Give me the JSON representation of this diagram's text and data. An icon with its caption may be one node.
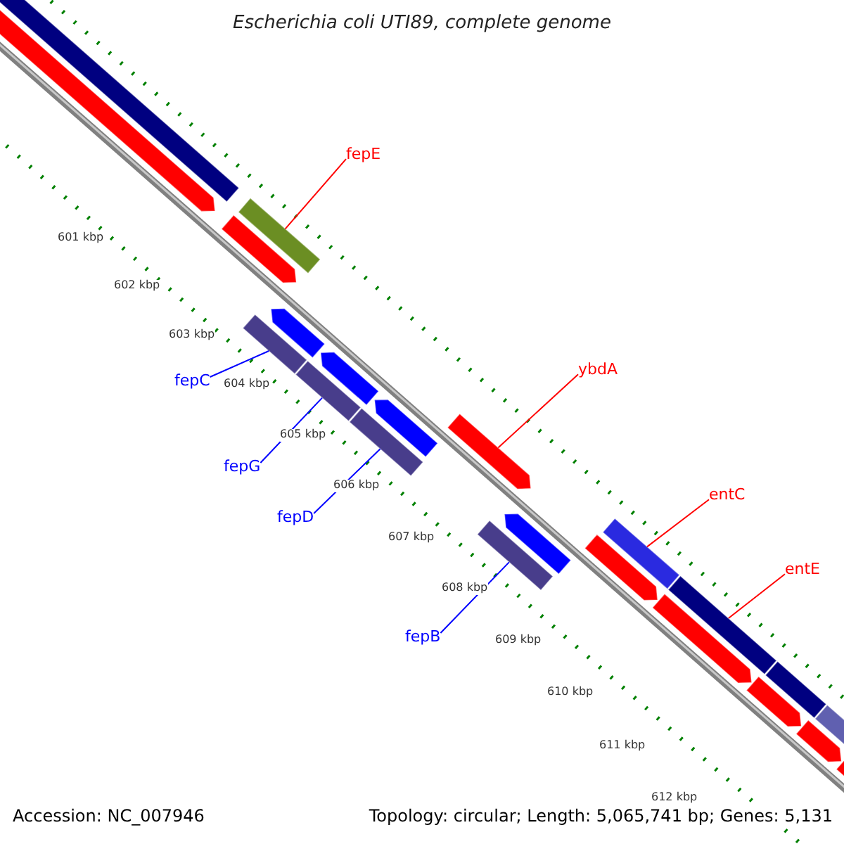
{
  "diagram": {
    "title": "Escherichia coli UTI89, complete genome",
    "nodes": [
      {
        "text": [
          "fepE"
        ]
      },
      {
        "text": [],
        "shape": "bar"
      },
      {
        "text": [
          "ybdA"
        ]
      },
      {
        "text": [],
        "shape": "bar"
      },
      {
        "text": [
          "entC"
        ]
      },
      {
        "text": [],
        "shape": "bar"
      },
      {
        "text": [
          "entE"
        ]
      },
      {
        "text": [],
        "shape": "bar"
      },
      {
        "text": [
          "fepC"
        ]
      },
      {
        "text": [],
        "shape": "bar"
      },
      {
        "text": [
          "fepG"
        ]
      },
      {
        "text": [],
        "shape": "bar"
      },
      {
        "text": [
          "fepD"
        ]
      },
      {
        "text": [],
        "shape": "bar"
      },
      {
        "text": [
          "fepB"
        ]
      },
      {
        "text": [],
        "shape": "bar"
      }
    ],
    "edges": [
      {
        "from": 0,
        "to": 1,
        "arrow": "none",
        "color": "#ff0000"
      },
      {
        "from": 2,
        "to": 3,
        "arrow": "none",
        "color": "#ff0000"
      },
      {
        "from": 4,
        "to": 5,
        "arrow": "none",
        "color": "#ff0000"
      },
      {
        "from": 6,
        "to": 7,
        "arrow": "none",
        "color": "#ff0000"
      },
      {
        "from": 8,
        "to": 9,
        "arrow": "none",
        "color": "#0000ff"
      },
      {
        "from": 10,
        "to": 11,
        "arrow": "none",
        "color": "#0000ff"
      },
      {
        "from": 12,
        "to": 13,
        "arrow": "none",
        "color": "#0000ff"
      },
      {
        "from": 14,
        "to": 15,
        "arrow": "none",
        "color": "#0000ff"
      }
    ],
    "labels": [
      "601 kbp",
      "602 kbp",
      "603 kbp",
      "604 kbp",
      "605 kbp",
      "606 kbp",
      "607 kbp",
      "608 kbp",
      "609 kbp",
      "610 kbp",
      "611 kbp",
      "612 kbp",
      "Accession: NC_007946",
      "Topology: circular; Length: 5,065,741 bp; Genes: 5,131"
    ]
  }
}
